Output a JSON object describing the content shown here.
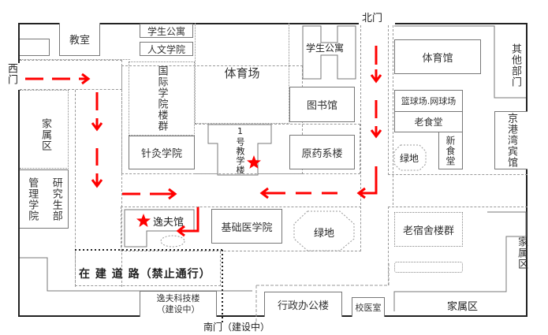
{
  "gates": {
    "west": "西门",
    "north": "北门",
    "south": "南门（建设中）"
  },
  "buildings": {
    "classroom": "教室",
    "student_apt_top": "学生公寓",
    "humanities": "人文学院",
    "intl_college": "国际学院楼群",
    "stadium": "体育场",
    "student_apt_h": "学生公寓",
    "library": "图书馆",
    "gymnasium": "体育馆",
    "other_depts": "其他部门",
    "courts": "篮球场.网球场",
    "old_canteen": "老食堂",
    "new_canteen": "新食堂",
    "green_east": "绿地",
    "jinggang_hotel": "京港湾宾馆",
    "family_west": "家属区",
    "management": "管理学院",
    "graduate": "研究生部",
    "acupuncture": "针灸学院",
    "teaching_bldg_1": "1号教学楼",
    "pharmacy": "原药系楼",
    "yifu_hall": "逸夫馆",
    "basic_medicine": "基础医学院",
    "green_center": "绿地",
    "old_dorms": "老宿舍楼群",
    "family_east": "家属区",
    "road_under_construction": "在 建 道 路（禁止通行）",
    "yifu_tech": "逸夫科技楼",
    "yifu_tech_status": "（建设中）",
    "admin": "行政办公楼",
    "clinic": "校医室",
    "family_south": "家属区"
  },
  "markers": {
    "star_color": "#ff0000",
    "route_color": "#ff0000",
    "starred": [
      "1号教学楼",
      "逸夫馆"
    ]
  }
}
